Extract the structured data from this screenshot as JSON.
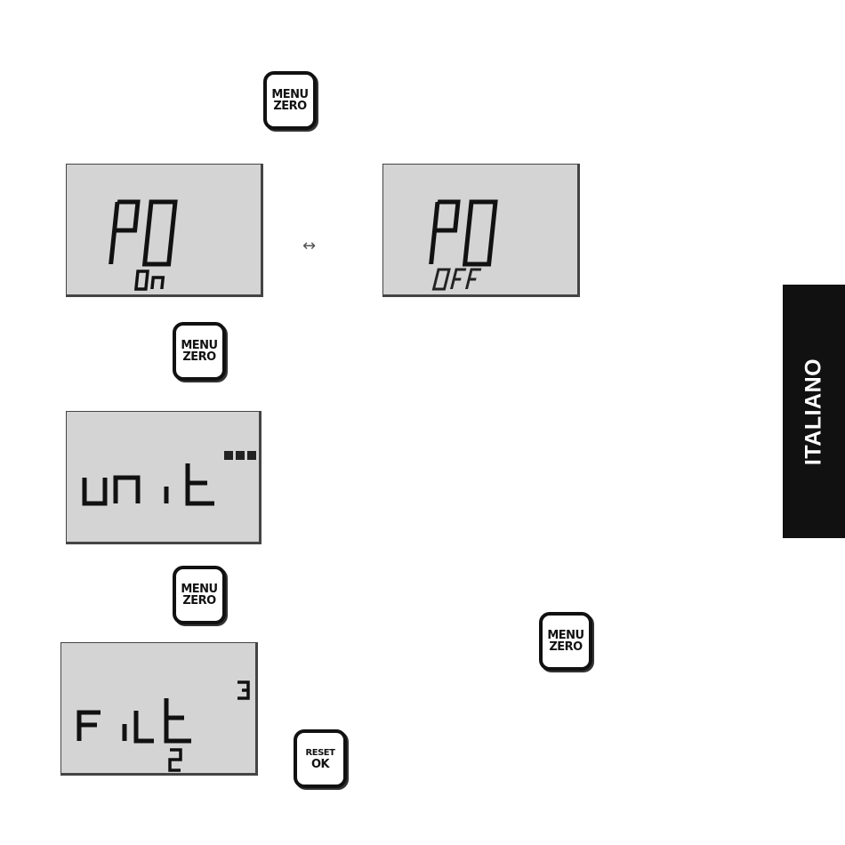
{
  "keys": {
    "menu_zero_line1": "MENU",
    "menu_zero_line2": "ZERO",
    "reset_ok_line1": "RESET",
    "reset_ok_line2": "OK"
  },
  "displays": {
    "po_on": {
      "main": "PO",
      "sub": "On"
    },
    "po_off": {
      "main": "PO",
      "sub": "OFF"
    },
    "unit": {
      "main": "unit",
      "indicator": "888"
    },
    "filt": {
      "main": "FiLt",
      "superscript": "3",
      "sub": "2"
    }
  },
  "toggle_arrow": "↔",
  "side_tab": {
    "label": "ITALIANO"
  }
}
